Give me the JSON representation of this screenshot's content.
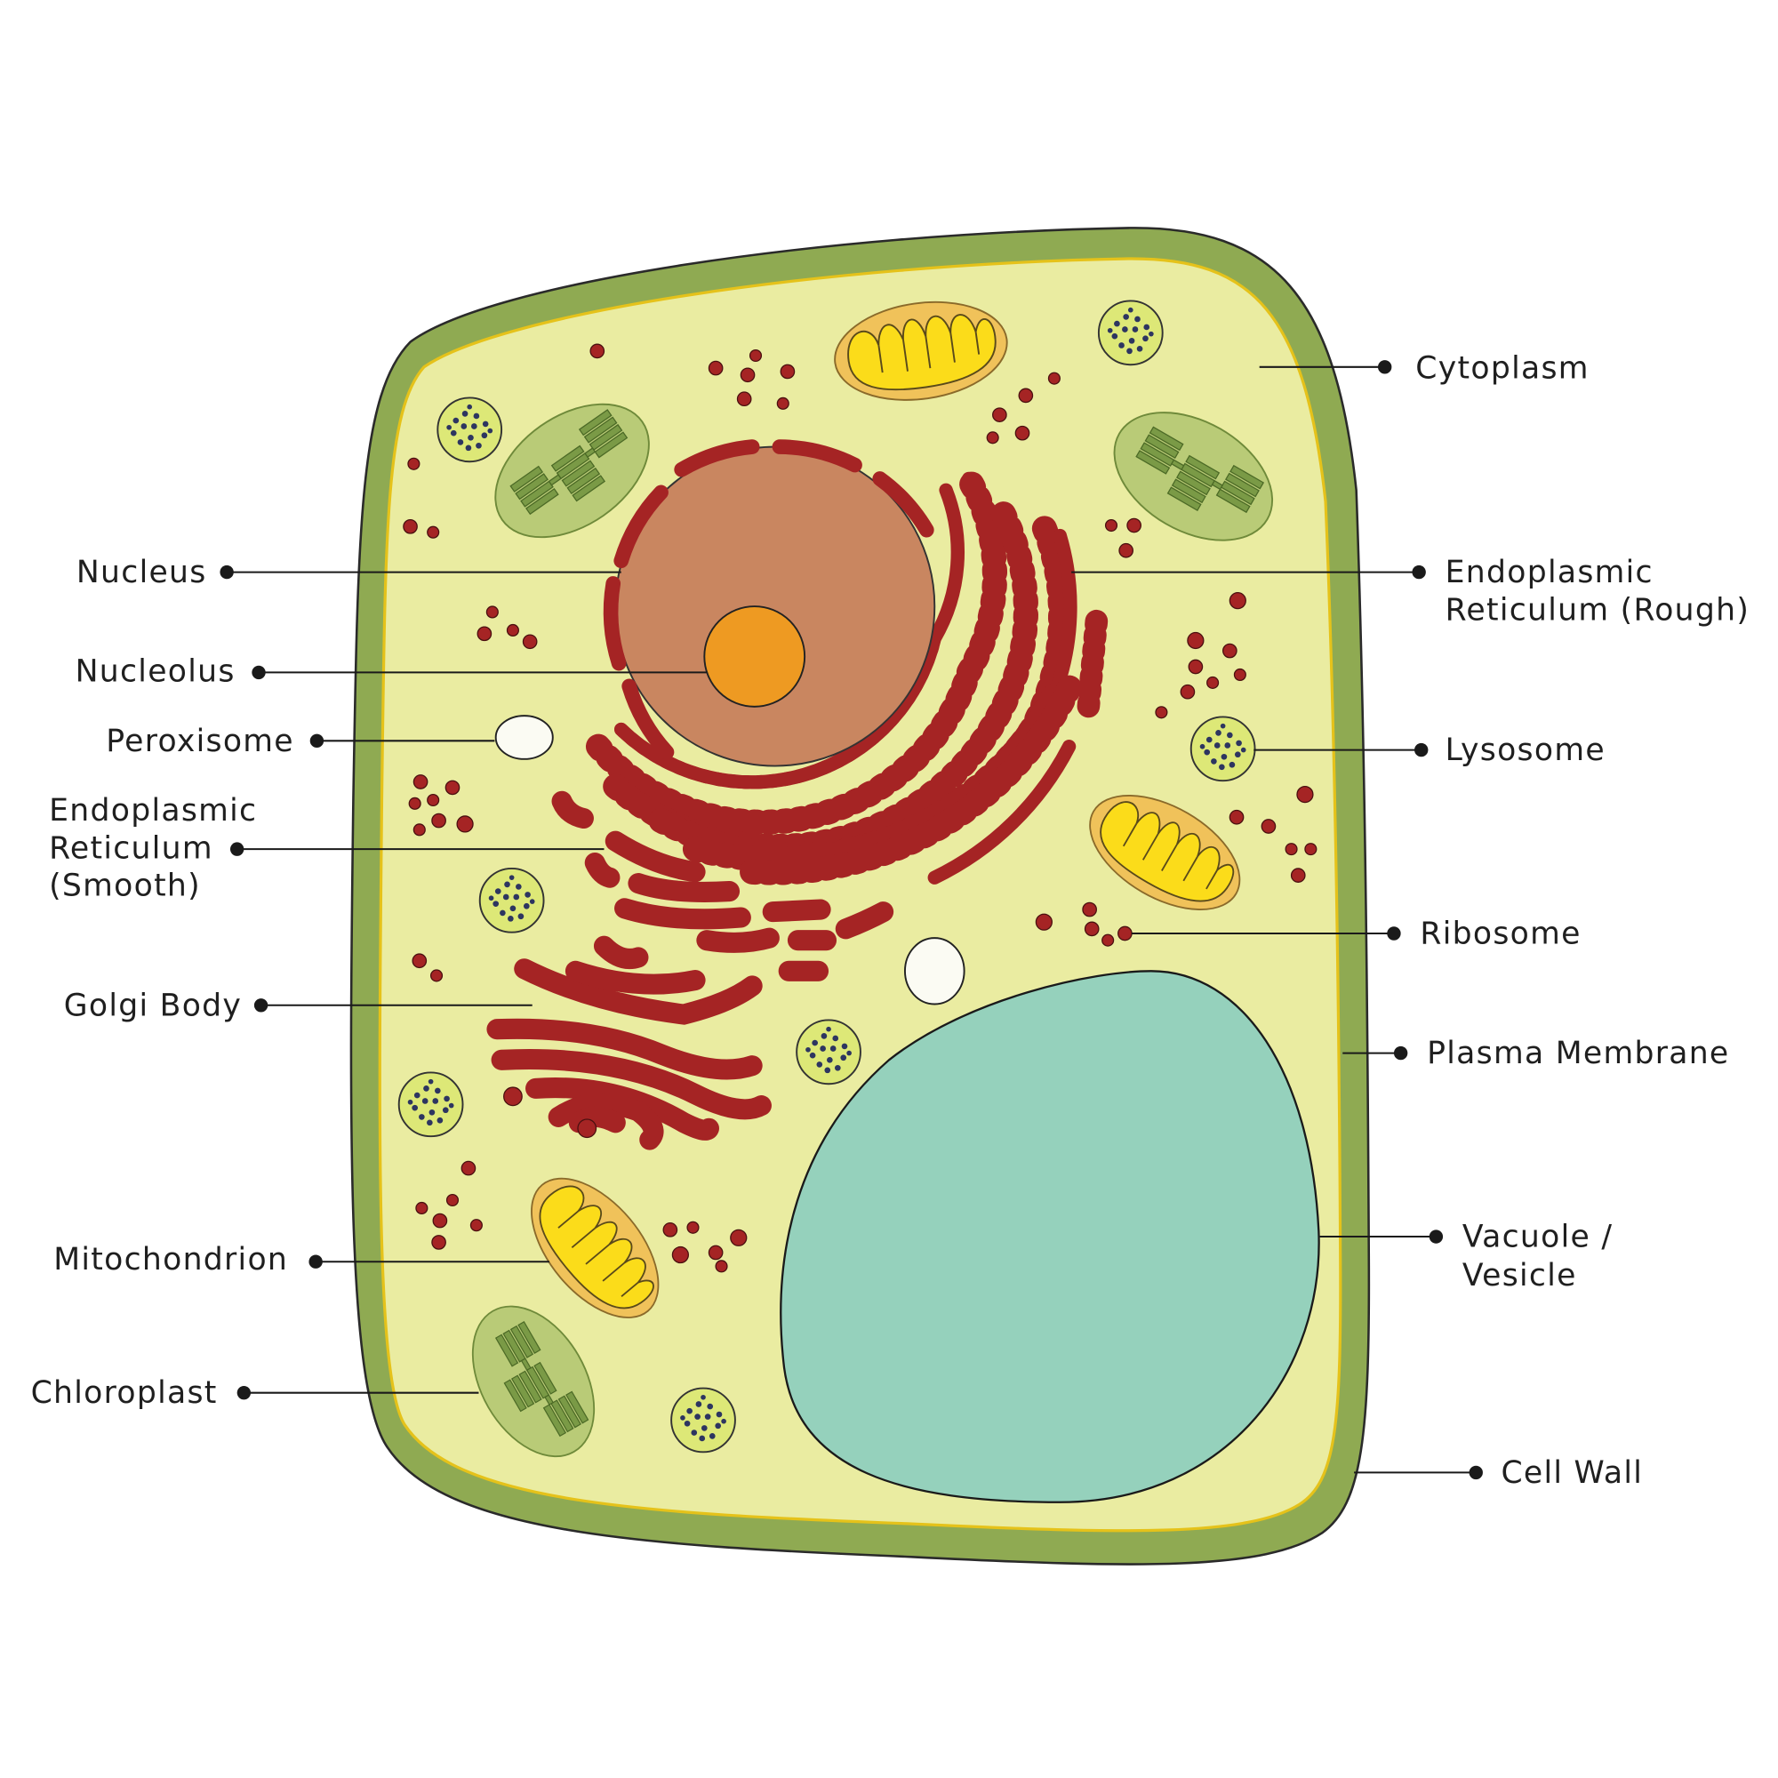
{
  "labels": {
    "cytoplasm": "Cytoplasm",
    "er_rough_1": "Endoplasmic",
    "er_rough_2": "Reticulum (Rough)",
    "lysosome": "Lysosome",
    "ribosome": "Ribosome",
    "plasma_membrane": "Plasma Membrane",
    "vacuole_1": "Vacuole /",
    "vacuole_2": "Vesicle",
    "cell_wall": "Cell Wall",
    "nucleus": "Nucleus",
    "nucleolus": "Nucleolus",
    "peroxisome": "Peroxisome",
    "er_smooth_1": "Endoplasmic",
    "er_smooth_2": "Reticulum",
    "er_smooth_3": "(Smooth)",
    "golgi": "Golgi Body",
    "mitochondrion": "Mitochondrion",
    "chloroplast": "Chloroplast"
  },
  "colors": {
    "cell_wall": "#8faa52",
    "cytoplasm": "#eaeca1",
    "nucleus": "#c98660",
    "nucleolus": "#ee9a22",
    "er_golgi": "#a52424",
    "vacuole": "#95d1bc",
    "mitochondrion_outer": "#f0c25a",
    "mitochondrion_inner": "#fbdc1a",
    "chloroplast": "#b9cb77",
    "thylakoid": "#7a9a46",
    "lysosome": "#dde877",
    "peroxisome": "#fbfbf3"
  }
}
